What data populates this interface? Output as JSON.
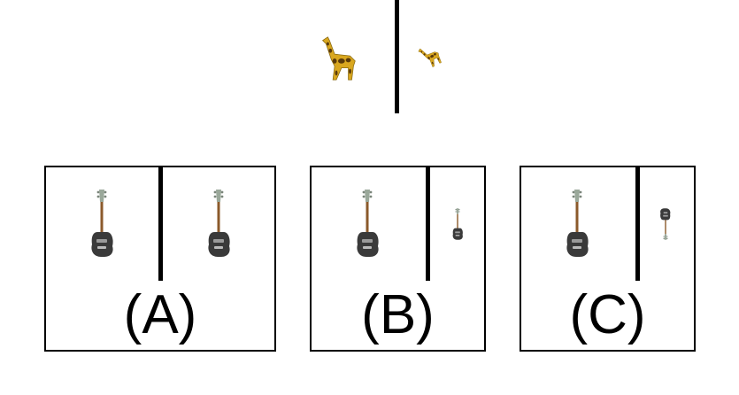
{
  "options": [
    {
      "label": "(A)"
    },
    {
      "label": "(B)"
    },
    {
      "label": "(C)"
    }
  ],
  "icons": {
    "prompt_left": "giraffe-icon",
    "prompt_right": "giraffe-icon",
    "option_object": "bass-guitar-icon"
  },
  "colors": {
    "giraffe_body": "#d9a71f",
    "giraffe_spots": "#5a3a0a",
    "guitar_body": "#3a3a3a",
    "guitar_neck": "#8b5a2b",
    "guitar_headstock": "#9aa89a",
    "line": "#000000"
  }
}
